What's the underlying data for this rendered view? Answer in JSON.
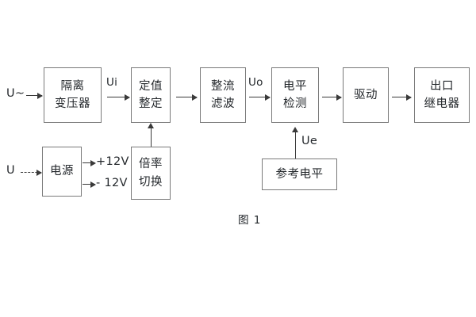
{
  "diagram": {
    "caption": "图 1",
    "blocks": [
      {
        "id": "isolation-transformer",
        "lines": [
          "隔离",
          "变压器"
        ]
      },
      {
        "id": "setting-value",
        "lines": [
          "定值",
          "整定"
        ]
      },
      {
        "id": "rectify-filter",
        "lines": [
          "整流",
          "滤波"
        ]
      },
      {
        "id": "level-detection",
        "lines": [
          "电平",
          "检测"
        ]
      },
      {
        "id": "drive",
        "lines": [
          "驱动"
        ]
      },
      {
        "id": "output-relay",
        "lines": [
          "出口",
          "继电器"
        ]
      },
      {
        "id": "power-supply",
        "lines": [
          "电源"
        ]
      },
      {
        "id": "multiplier-switch",
        "lines": [
          "倍率",
          "切换"
        ]
      },
      {
        "id": "reference-level",
        "lines": [
          "参考电平"
        ]
      }
    ],
    "signals": {
      "input_ac": "U~",
      "input_dc": "U",
      "ui": "Ui",
      "uo": "Uo",
      "ue": "Ue",
      "rail_positive": "+12V",
      "rail_negative": "- 12V"
    },
    "colors": {
      "box_border": "#7a7a7a",
      "arrow": "#3a3a3a",
      "text": "#24282c",
      "background": "#ffffff"
    }
  }
}
